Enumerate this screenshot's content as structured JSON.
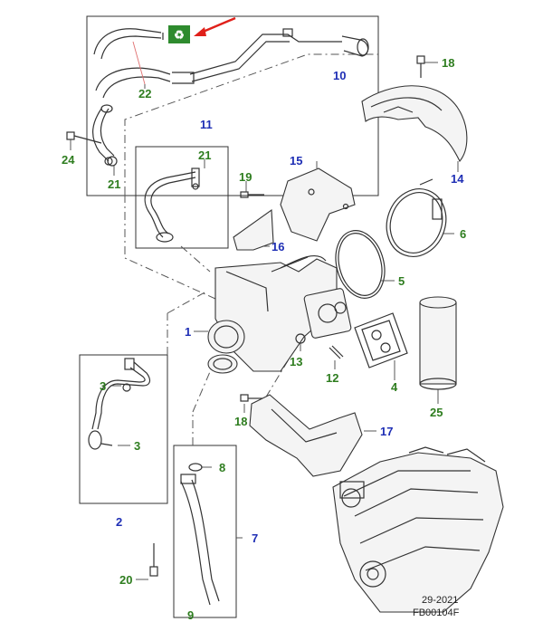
{
  "callouts": {
    "c1": "1",
    "c2": "2",
    "c3a": "3",
    "c3b": "3",
    "c4": "4",
    "c5": "5",
    "c6": "6",
    "c7": "7",
    "c8": "8",
    "c9": "9",
    "c10": "10",
    "c11": "11",
    "c12": "12",
    "c13": "13",
    "c14": "14",
    "c15": "15",
    "c16": "16",
    "c17": "17",
    "c18a": "18",
    "c18b": "18",
    "c19": "19",
    "c20": "20",
    "c21a": "21",
    "c21b": "21",
    "c22": "22",
    "c24": "24",
    "c25": "25"
  },
  "colors": {
    "blue_callout": "#1f2fb5",
    "green_callout": "#2e7d1f",
    "highlight_arrow": "#e0201a",
    "recycle_badge": "#2e8b2e"
  },
  "reference": {
    "date": "29-2021",
    "code": "FB00104F"
  },
  "icons": {
    "badge": "recycle-icon"
  }
}
